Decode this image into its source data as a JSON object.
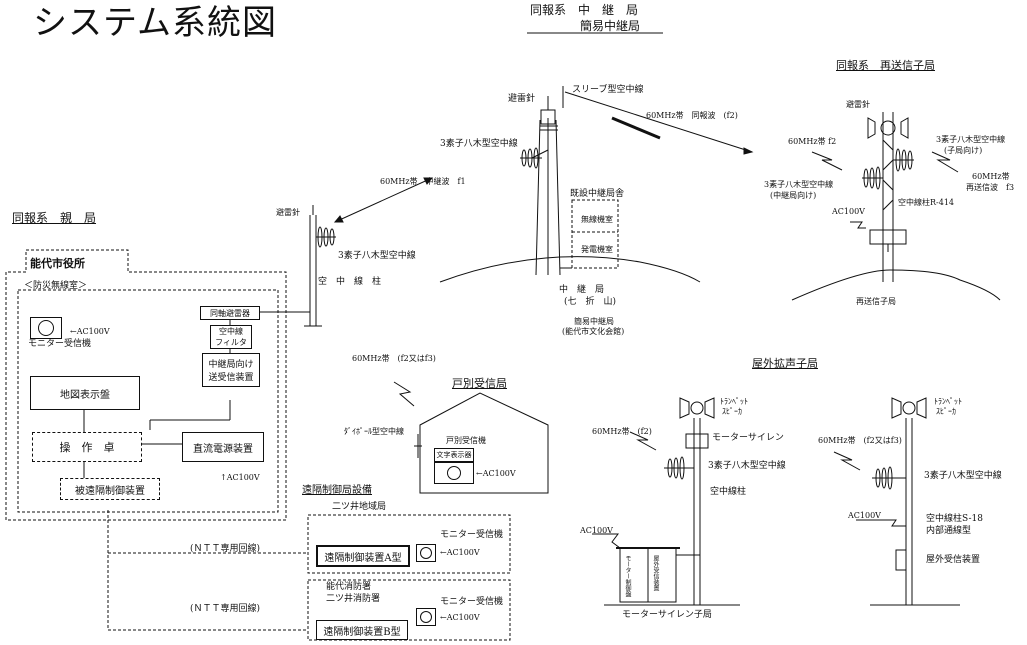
{
  "title": "システム系統図",
  "relay": {
    "heading1": "同報系　中　継　局",
    "heading2": "簡易中継局",
    "lightning_rod": "避雷針",
    "sleeve_antenna": "スリーブ型空中線",
    "yagi": "3素子八木型空中線",
    "wave_relay": "60MHz帯　中継波　f1",
    "wave_broadcast": "60MHz帯　同報波　(f2)",
    "existing_building": "既設中継局舎",
    "room1": "無線機室",
    "room2": "発電機室",
    "site_name": "中　継　局",
    "site_sub": "(七　折　山)",
    "site_note1": "簡易中継局",
    "site_note2": "(能代市文化会館)"
  },
  "parent": {
    "heading": "同報系　親　局",
    "city_hall": "能代市役所",
    "disaster_room": "＜防災無線室＞",
    "monitor_ac": "←AC100V",
    "monitor": "モニター受信機",
    "lightning_arrester": "同軸避雷器",
    "antenna_filter_1": "空中線",
    "antenna_filter_2": "フィルタ",
    "tx_1": "中継局向け",
    "tx_2": "送受信装置",
    "map_board": "地図表示盤",
    "console": "操　作　卓",
    "dc_power": "直流電源装置",
    "remote_controlled": "被遠隔制御装置",
    "ac_in": "↑AC100V",
    "rod": "避雷針",
    "yagi": "3素子八木型空中線",
    "mast": "空　中　線　柱"
  },
  "rebroadcast": {
    "heading": "同報系　再送信子局",
    "rod": "避雷針",
    "band_f2": "60MHz帯 f2",
    "yagi_child_1": "3素子八木型空中線",
    "yagi_child_2": "(子局向け)",
    "yagi_relay_1": "3素子八木型空中線",
    "yagi_relay_2": "(中継局向け)",
    "band_f3_1": "60MHz帯",
    "band_f3_2": "再送信波　f3",
    "ac": "AC100V",
    "mast": "空中線柱R-414",
    "site": "再送信子局"
  },
  "individual": {
    "band": "60MHz帯　(f2又はf3)",
    "heading": "戸別受信局",
    "dipole": "ﾀﾞｲﾎﾟｰﾙ型空中線",
    "receiver": "戸別受信機",
    "clock": "文字表示器",
    "ac": "←AC100V"
  },
  "remote": {
    "heading": "遠隔制御局設備",
    "station1": "二ツ井地域局",
    "monitor1": "モニター受信機",
    "device_a": "遠隔制御装置A型",
    "ac1": "←AC100V",
    "ntt1": "(ＮＴＴ専用回線)",
    "station2_1": "能代消防署",
    "station2_2": "二ツ井消防署",
    "monitor2": "モニター受信機",
    "device_b": "遠隔制御装置B型",
    "ac2": "←AC100V",
    "ntt2": "(ＮＴＴ専用回線)"
  },
  "outdoor": {
    "heading": "屋外拡声子局",
    "trumpet1_1": "ﾄﾗﾝﾍﾟｯﾄ",
    "trumpet1_2": "ｽﾋﾟｰｶ",
    "band1": "60MHz帯　(f2)",
    "siren": "モーターサイレン",
    "yagi1": "3素子八木型空中線",
    "mast1": "空中線柱",
    "ac1": "AC100V",
    "cabinet1": "モーター制御盤",
    "cabinet2": "屋外受信装置",
    "site1": "モーターサイレン子局",
    "trumpet2_1": "ﾄﾗﾝﾍﾟｯﾄ",
    "trumpet2_2": "ｽﾋﾟｰｶ",
    "band2": "60MHz帯　(f2又はf3)",
    "yagi2": "3素子八木型空中線",
    "ac2": "AC100V",
    "mast2_1": "空中線柱S-18",
    "mast2_2": "内部通線型",
    "receiver2": "屋外受信装置"
  }
}
